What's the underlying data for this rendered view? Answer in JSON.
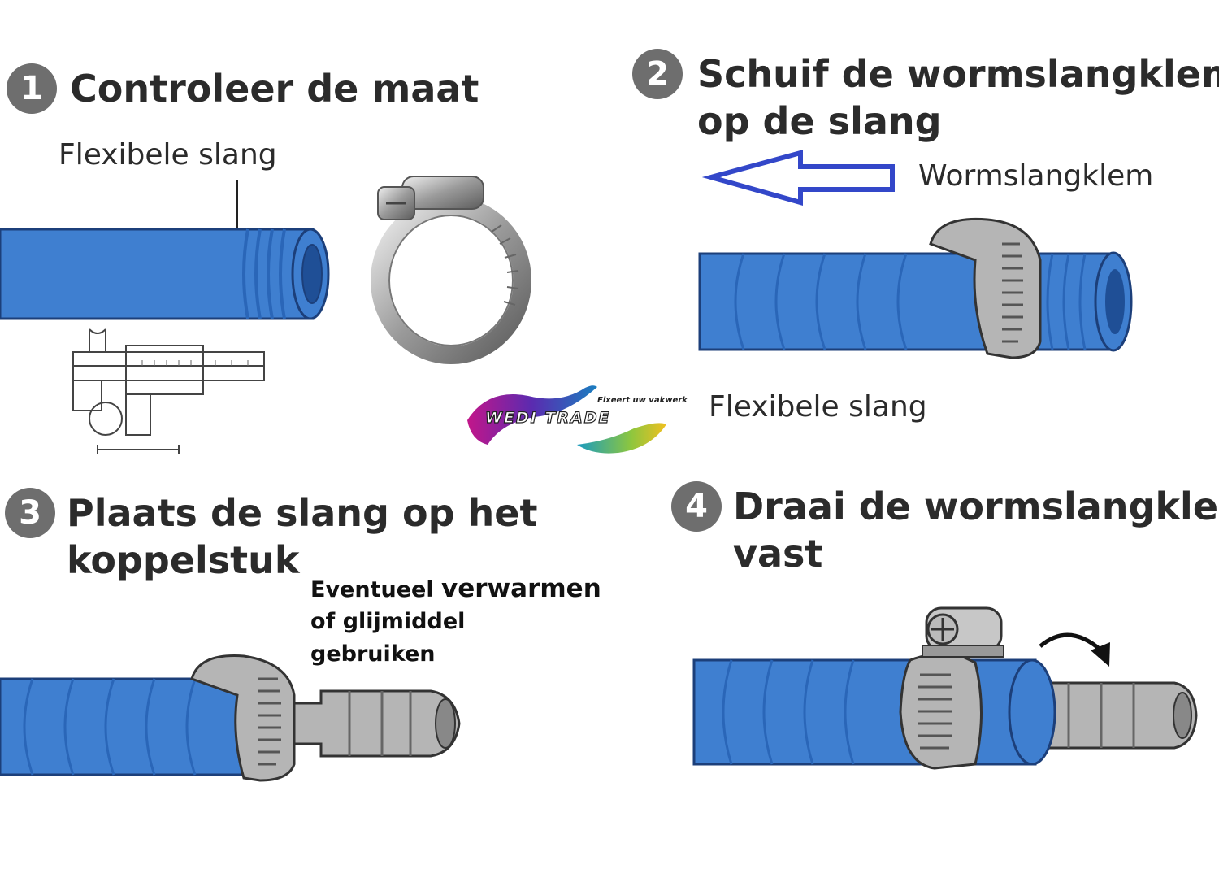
{
  "steps": [
    {
      "number": "1",
      "title_lines": [
        "Controleer de maat"
      ]
    },
    {
      "number": "2",
      "title_lines": [
        "Schuif de wormslangklem",
        "op de slang"
      ]
    },
    {
      "number": "3",
      "title_lines": [
        "Plaats de slang op het",
        "koppelstuk"
      ]
    },
    {
      "number": "4",
      "title_lines": [
        "Draai de wormslangklem",
        "vast"
      ]
    }
  ],
  "labels": {
    "hose_1": "Flexibele slang",
    "clamp_2": "Wormslangklem",
    "hose_2": "Flexibele slang",
    "note_3_line1_a": "Eventueel",
    "note_3_line1_b": "verwarmen",
    "note_3_line2": "of glijmiddel",
    "note_3_line3": "gebruiken"
  },
  "logo": {
    "tagline": "Fixeert uw vakwerk",
    "name": "WEDI TRADE"
  },
  "colors": {
    "hose_blue": "#3f7fd0",
    "hose_dark": "#1c3f7a",
    "clamp_grey": "#b5b5b5",
    "arrow_blue": "#3347c9",
    "badge_grey": "#6e6e6e"
  },
  "icons": [
    "caliper-icon",
    "hose-clamp-icon",
    "left-arrow-icon",
    "rotate-arrow-icon"
  ]
}
